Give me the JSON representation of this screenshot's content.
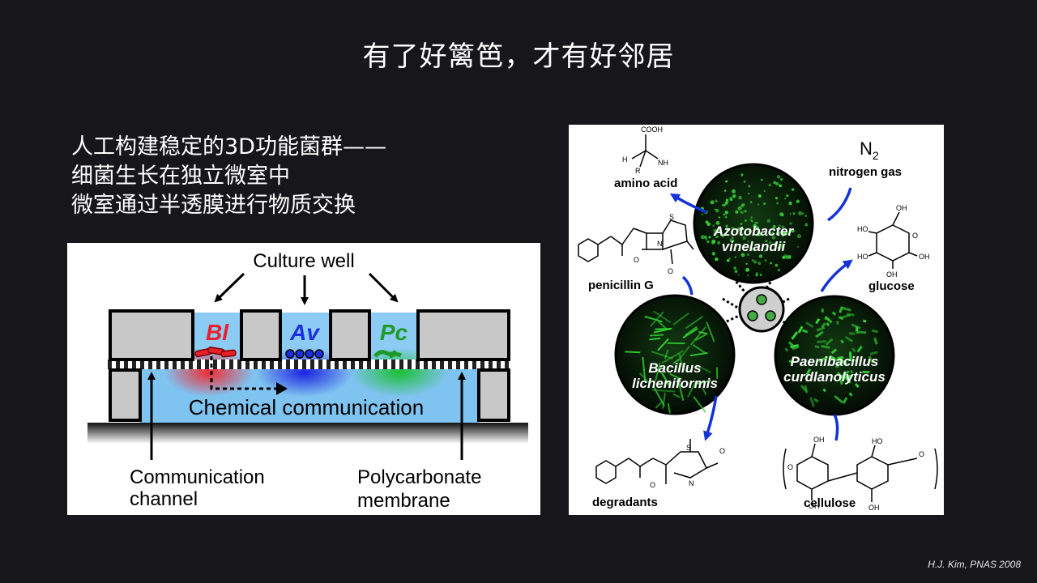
{
  "slide": {
    "title": "有了好篱笆，才有好邻居",
    "bullets": [
      "人工构建稳定的3D功能菌群——",
      "细菌生长在独立微室中",
      "微室通过半透膜进行物质交换"
    ],
    "citation": "H.J. Kim, PNAS 2008"
  },
  "left_figure": {
    "culture_well": "Culture well",
    "species": [
      {
        "abbr": "Bl",
        "color": "#e8202a"
      },
      {
        "abbr": "Av",
        "color": "#1a2fe0"
      },
      {
        "abbr": "Pc",
        "color": "#1e9a2a"
      }
    ],
    "chemical": "Chemical communication",
    "channel_line1": "Communication",
    "channel_line2": "channel",
    "membrane_line1": "Polycarbonate",
    "membrane_line2": "membrane"
  },
  "right_figure": {
    "amino_acid": "amino acid",
    "n2": "N",
    "n2_sub": "2",
    "nitrogen_gas": "nitrogen gas",
    "penicillin": "penicillin G",
    "glucose": "glucose",
    "degradants": "degradants",
    "cellulose": "cellulose",
    "azo_1": "Azotobacter",
    "azo_2": "vinelandii",
    "bac_1": "Bacillus",
    "bac_2": "licheniformis",
    "pae_1": "Paenibacillus",
    "pae_2": "curdlanolyticus",
    "cooh": "COOH",
    "nh2": "NH",
    "h": "H",
    "r": "R",
    "oh": "OH",
    "ho": "HO",
    "o": "O",
    "s": "S",
    "n": "N",
    "hn": "H"
  }
}
